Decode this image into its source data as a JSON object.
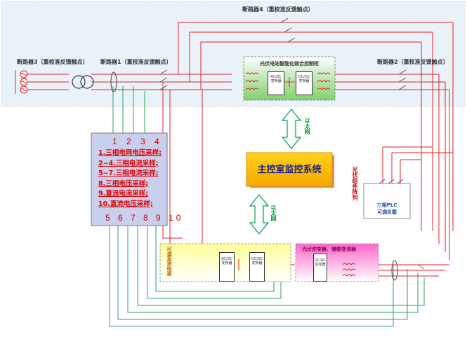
{
  "labels": {
    "breaker_top": "断路器4（重校准反馈触点）",
    "breaker_left": "断路器3（重校准反馈触点）",
    "breaker_mid": "断路器1（重校准反馈触点）",
    "breaker_right": "断路器2（重校准反馈触点）",
    "top_box": "光伏电站智能化综合控制柜",
    "main_control": "主控室监控系统",
    "ethernet": "以太网",
    "side_label": "光伏组件阵列",
    "local_box": "三相PLC",
    "local_box2": "可调负载",
    "left_box": "可调直流电源",
    "right_box": "光伏逆变器、储能变流器",
    "conv_acdc": "AC/DC 变换器",
    "conv_dcdc": "DC/DC 变换器",
    "conv_dcac": "DC/AC 逆变器",
    "conv_dcdc2": "DC/DC 变换器"
  },
  "panel": {
    "top_numbers": "1 2 3 4",
    "bottom_numbers": "5 6 7 8 9 10",
    "items": [
      "1.三相电网电压采样;",
      "2~4.三相电流采样;",
      "5~7.三相电流采样;",
      "8.三相电压采样;",
      "9.直流电流采样;",
      "10.直流电压采样;"
    ]
  },
  "colors": {
    "wire_red": "#e8212a",
    "wire_green": "#2aa55a",
    "arrow_green": "#1a9a55",
    "panel_fill": "#c9d0ee",
    "main_fill": "#ffc000",
    "region_fill": "#e8f2f8"
  }
}
